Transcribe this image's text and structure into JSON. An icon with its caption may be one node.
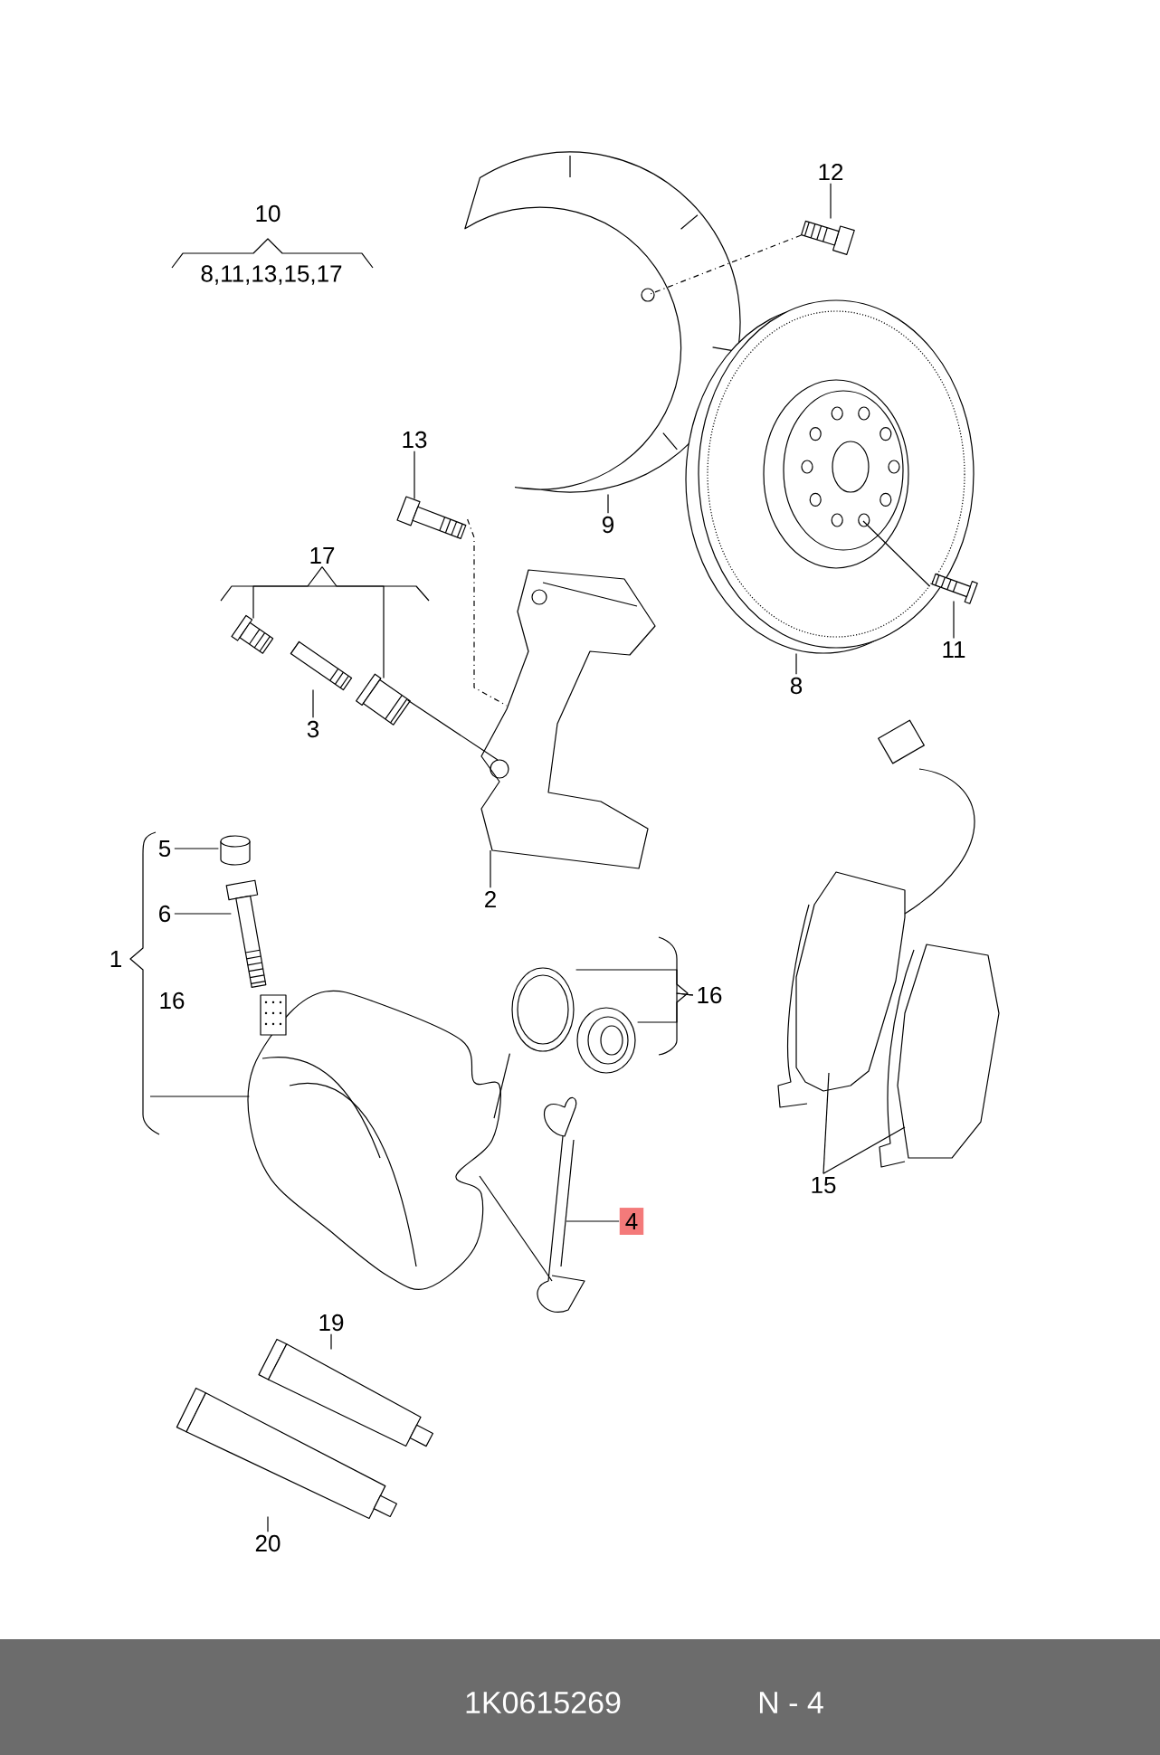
{
  "diagram": {
    "nodes": [
      {
        "text": [
          "12"
        ]
      },
      {
        "text": [],
        "shape": "picture"
      },
      {
        "text": [],
        "shape": "picture"
      },
      {
        "text": [
          "9"
        ]
      },
      {
        "text": [],
        "shape": "picture"
      },
      {
        "text": [
          "8"
        ]
      },
      {
        "text": [],
        "shape": "picture"
      },
      {
        "text": [
          "11"
        ]
      },
      {
        "text": [
          "13"
        ]
      },
      {
        "text": [],
        "shape": "picture"
      },
      {
        "text": [
          "17"
        ]
      },
      {
        "text": [],
        "shape": "picture"
      },
      {
        "text": [],
        "shape": "picture"
      },
      {
        "text": [],
        "shape": "picture"
      },
      {
        "text": [
          "3"
        ]
      },
      {
        "text": [],
        "shape": "picture"
      },
      {
        "text": [
          "2"
        ]
      },
      {
        "text": [
          "5"
        ]
      },
      {
        "text": [],
        "shape": "cylinder"
      },
      {
        "text": [
          "6"
        ]
      },
      {
        "text": [],
        "shape": "picture"
      },
      {
        "text": [],
        "shape": "picture"
      },
      {
        "text": [],
        "shape": "picture"
      },
      {
        "text": [],
        "shape": "picture"
      },
      {
        "text": [
          "16"
        ]
      },
      {
        "text": [],
        "shape": "picture"
      },
      {
        "text": [
          "4"
        ]
      },
      {
        "text": [],
        "shape": "picture"
      },
      {
        "text": [],
        "shape": "picture"
      },
      {
        "text": [
          "15"
        ]
      },
      {
        "text": [
          "19"
        ]
      },
      {
        "text": [],
        "shape": "picture"
      },
      {
        "text": [],
        "shape": "picture"
      },
      {
        "text": [
          "20"
        ]
      }
    ],
    "edges": [
      {
        "from": 0,
        "to": 1,
        "arrow": "none"
      },
      {
        "from": 3,
        "to": 2,
        "arrow": "none"
      },
      {
        "from": 5,
        "to": 4,
        "arrow": "none"
      },
      {
        "from": 7,
        "to": 6,
        "arrow": "none"
      },
      {
        "from": 8,
        "to": 9,
        "arrow": "none"
      },
      {
        "from": 10,
        "to": 11,
        "arrow": "none"
      },
      {
        "from": 10,
        "to": 13,
        "arrow": "none"
      },
      {
        "from": 14,
        "to": 12,
        "arrow": "none"
      },
      {
        "from": 16,
        "to": 15,
        "arrow": "none"
      },
      {
        "from": 17,
        "to": 18,
        "arrow": "none"
      },
      {
        "from": 19,
        "to": 20,
        "arrow": "none"
      },
      {
        "from": 24,
        "to": 22,
        "arrow": "none"
      },
      {
        "from": 24,
        "to": 23,
        "arrow": "none"
      },
      {
        "from": 26,
        "to": 25,
        "arrow": "none"
      },
      {
        "from": 29,
        "to": 27,
        "arrow": "none"
      },
      {
        "from": 29,
        "to": 28,
        "arrow": "none"
      },
      {
        "from": 30,
        "to": 31,
        "arrow": "none"
      },
      {
        "from": 33,
        "to": 32,
        "arrow": "none"
      },
      {
        "from": null,
        "to": 21,
        "arrow": "none"
      },
      {
        "from": 1,
        "to": 2,
        "arrow": "none",
        "style": "dashed"
      },
      {
        "from": 9,
        "to": 15,
        "arrow": "none",
        "style": "dashed"
      },
      {
        "from": 13,
        "to": 15,
        "arrow": "none"
      },
      {
        "from": 21,
        "to": 22,
        "arrow": "none"
      },
      {
        "from": 21,
        "to": 25,
        "arrow": "none"
      },
      {
        "from": 6,
        "to": 4,
        "arrow": "none"
      }
    ],
    "labels": [
      "10",
      "8,11,13,15,17",
      "1",
      "16",
      "1K0615269",
      "N - 4"
    ]
  }
}
